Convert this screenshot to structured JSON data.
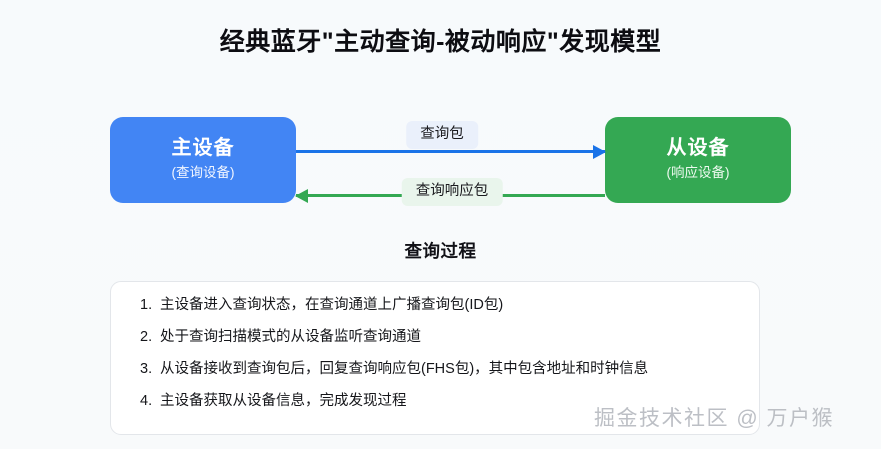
{
  "title": "经典蓝牙\"主动查询-被动响应\"发现模型",
  "diagram": {
    "master": {
      "name": "主设备",
      "role": "(查询设备)",
      "color": "#4285f4"
    },
    "slave": {
      "name": "从设备",
      "role": "(响应设备)",
      "color": "#34a853"
    },
    "arrows": [
      {
        "label": "查询包",
        "direction": "right",
        "color": "#1a73e8",
        "badge_bg": "#eaf0fb"
      },
      {
        "label": "查询响应包",
        "direction": "left",
        "color": "#34a853",
        "badge_bg": "#e9f5ec"
      }
    ]
  },
  "section": {
    "heading": "查询过程",
    "steps": [
      {
        "num": "1.",
        "text": "主设备进入查询状态，在查询通道上广播查询包(ID包)"
      },
      {
        "num": "2.",
        "text": "处于查询扫描模式的从设备监听查询通道"
      },
      {
        "num": "3.",
        "text": "从设备接收到查询包后，回复查询响应包(FHS包)，其中包含地址和时钟信息"
      },
      {
        "num": "4.",
        "text": "主设备获取从设备信息，完成发现过程"
      }
    ]
  },
  "watermark": "掘金技术社区 @ 万户猴"
}
